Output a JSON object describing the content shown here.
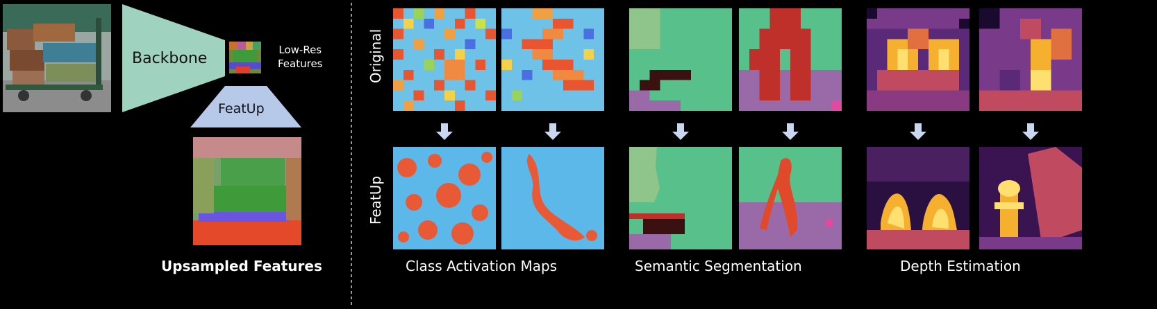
{
  "labels": {
    "backbone": "Backbone",
    "featup_block": "FeatUp",
    "low_res_features": "Low-Res\nFeatures",
    "upsampled_features": "Upsampled Features",
    "row_original": "Original",
    "row_featup": "FeatUp",
    "class_activation_maps": "Class Activation Maps",
    "semantic_segmentation": "Semantic Segmentation",
    "depth_estimation": "Depth Estimation"
  },
  "colors": {
    "background": "#000000",
    "block_fill": "#9fd3c0",
    "featup_fill": "#b7c9e8",
    "arrow": "#c9d8f0",
    "divider": "#9a9a9a"
  }
}
